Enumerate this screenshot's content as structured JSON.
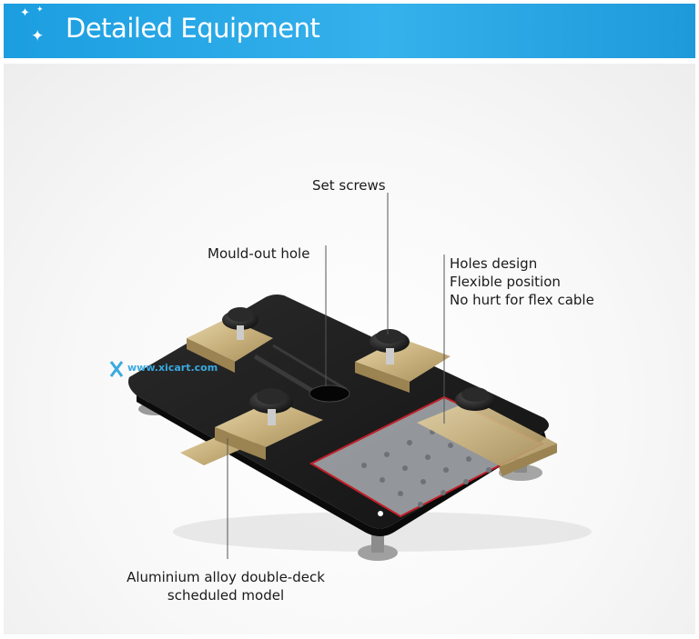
{
  "header": {
    "title": "Detailed Equipment"
  },
  "callouts": {
    "set_screws": "Set screws",
    "mould_out_hole": "Mould-out hole",
    "holes_design": [
      "Holes design",
      "Flexible position",
      "No hurt for flex cable"
    ],
    "aluminium_alloy": [
      "Aluminium alloy double-deck",
      "scheduled model"
    ]
  },
  "watermark": {
    "text": "www.xicart.com"
  },
  "colors": {
    "banner": "#1b9ee0",
    "plate": "#1c1c1c",
    "clamp": "#cdb88a",
    "highlight": "#e0202a"
  }
}
